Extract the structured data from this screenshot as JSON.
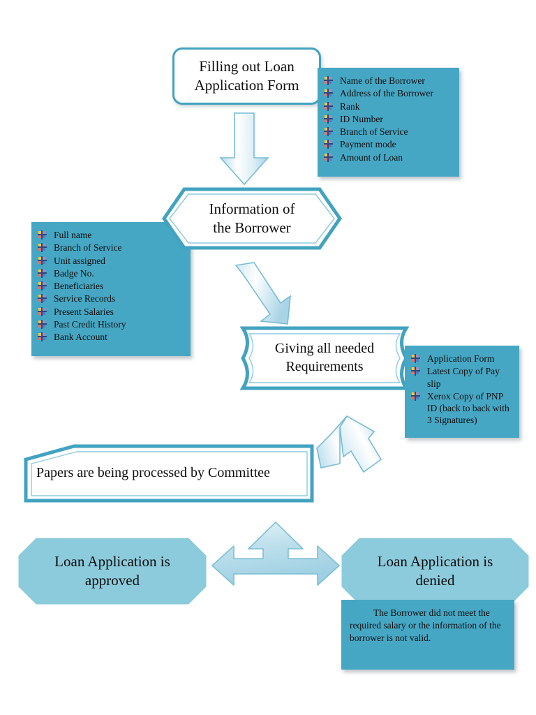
{
  "diagram": {
    "title": "Loan Application Process Flowchart",
    "colors": {
      "teal_border": "#41A3C0",
      "panel_fill": "#46A7C4",
      "octagon_fill": "#8CCBDC",
      "arrow_fill_light": "#FFFFFF",
      "arrow_fill_dark": "#BEE0EC",
      "arrow_stroke": "#6FBBD3",
      "text": "#0D0D0D",
      "page_background": "#FFFFFF"
    }
  },
  "nodes": {
    "filling_form": {
      "label": "Filling out Loan\nApplication Form",
      "shape": "rounded-rectangle"
    },
    "information_of_borrower": {
      "label": "Information of\nthe Borrower",
      "shape": "hexagon"
    },
    "giving_requirements": {
      "label": "Giving all needed\nRequirements",
      "shape": "plaque"
    },
    "papers_processed": {
      "label": "Papers are being processed by Committee",
      "shape": "clipped-rectangle"
    },
    "loan_approved": {
      "label": "Loan Application is\napproved",
      "shape": "octagon"
    },
    "loan_denied": {
      "label": "Loan Application is\ndenied",
      "shape": "octagon"
    }
  },
  "panels": {
    "form_fields": {
      "title": "Loan Application Form fields",
      "items": [
        "Name of the Borrower",
        "Address of the Borrower",
        "Rank",
        "ID Number",
        "Branch of Service",
        "Payment mode",
        "Amount of Loan"
      ]
    },
    "borrower_info": {
      "title": "Information of the Borrower items",
      "items": [
        "Full name",
        "Branch of Service",
        "Unit assigned",
        "Badge No.",
        "Beneficiaries",
        "Service Records",
        "Present Salaries",
        "Past Credit History",
        "Bank Account"
      ]
    },
    "requirements": {
      "title": "Needed requirements",
      "items": [
        "Application Form",
        "Latest Copy of Pay slip",
        "Xerox Copy of PNP ID (back to back with 3 Signatures)"
      ]
    },
    "denial_note": {
      "text": "The Borrower did not meet the required salary or the information of the borrower is not valid."
    }
  },
  "arrows": {
    "form_to_info": "down-arrow",
    "info_to_requirements": "diagonal-down-right-arrow",
    "requirements_to_papers": "diagonal-down-left-arrow",
    "papers_to_decisions": "three-way-arrow"
  },
  "bullet_icon": {
    "name": "four-color-quadrant-bullet"
  }
}
